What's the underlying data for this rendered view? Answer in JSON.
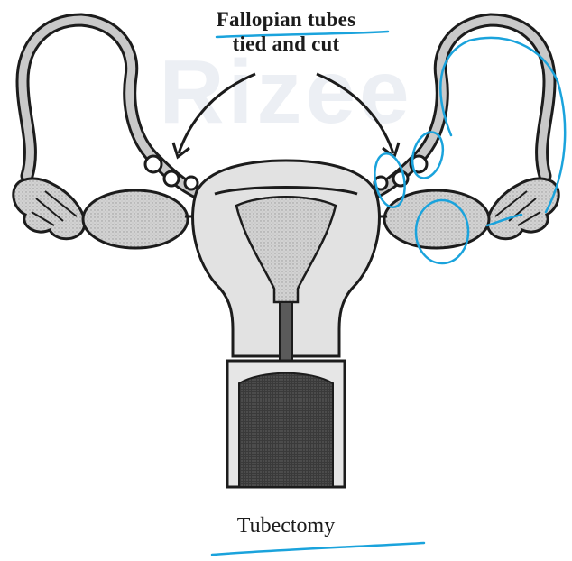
{
  "figure": {
    "callout_line1": "Fallopian tubes",
    "callout_line2": "tied and cut",
    "caption": "Tubectomy",
    "watermark": "Rizee"
  },
  "colors": {
    "ink": "#1c1c1c",
    "tissue": "#c9c9c9",
    "tissue_light": "#e4e4e4",
    "annotation": "#1aa3dc"
  }
}
